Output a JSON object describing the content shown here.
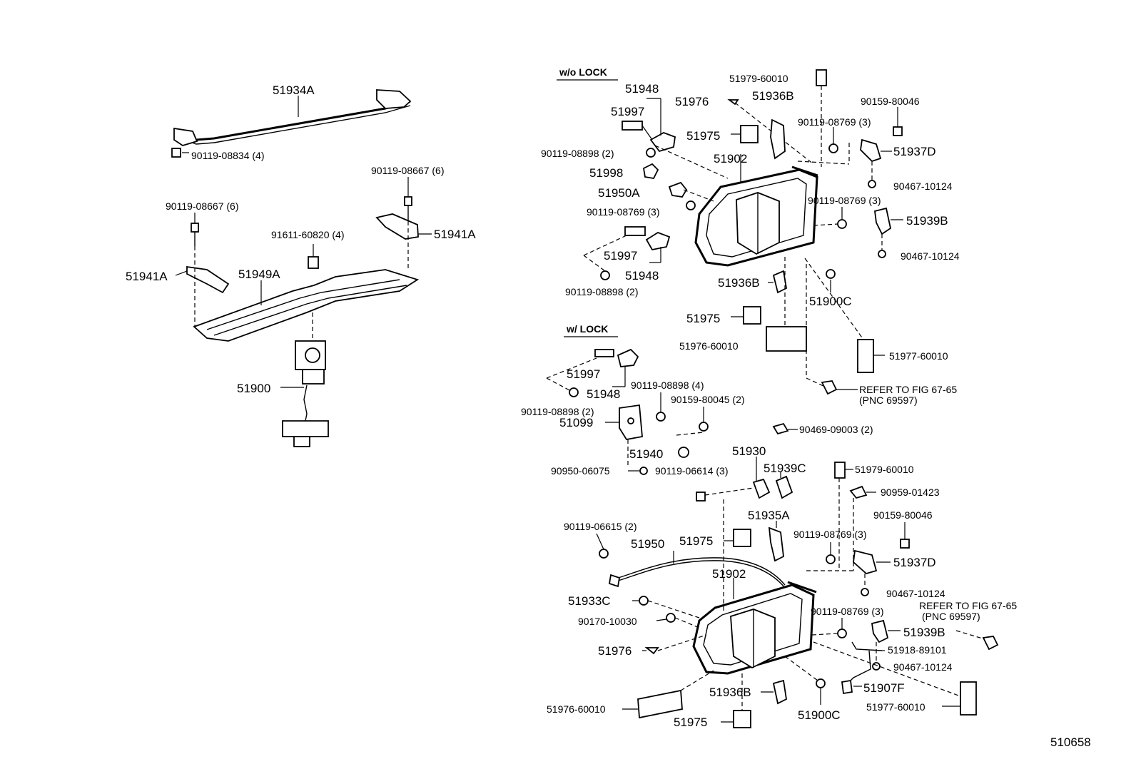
{
  "diagram_id": "510658",
  "sections": {
    "wo_lock": "w/o LOCK",
    "w_lock": "w/ LOCK"
  },
  "labels": {
    "l_51934A": "51934A",
    "l_90119_08834": "90119-08834 (4)",
    "l_90119_08667_r": "90119-08667 (6)",
    "l_90119_08667_l": "90119-08667 (6)",
    "l_91611_60820": "91611-60820 (4)",
    "l_51941A_r": "51941A",
    "l_51941A_l": "51941A",
    "l_51949A": "51949A",
    "l_51900": "51900",
    "u_51948_a": "51948",
    "u_51997_a": "51997",
    "u_90119_08898_a": "90119-08898 (2)",
    "u_51998": "51998",
    "u_51950A": "51950A",
    "u_90119_08769_a": "90119-08769 (3)",
    "u_51997_b": "51997",
    "u_51948_b": "51948",
    "u_90119_08898_b": "90119-08898 (2)",
    "u_51976": "51976",
    "u_51979_60010": "51979-60010",
    "u_51936B_a": "51936B",
    "u_51975_a": "51975",
    "u_51902": "51902",
    "u_90159_80046": "90159-80046",
    "u_90119_08769_b": "90119-08769 (3)",
    "u_51937D": "51937D",
    "u_90467_10124_a": "90467-10124",
    "u_90119_08769_c": "90119-08769 (3)",
    "u_51939B": "51939B",
    "u_90467_10124_b": "90467-10124",
    "u_51936B_b": "51936B",
    "u_51900C": "51900C",
    "u_51975_b": "51975",
    "u_51976_60010": "51976-60010",
    "u_51977_60010": "51977-60010",
    "u_refer": "REFER TO FIG 67-65",
    "u_pnc": "(PNC 69597)",
    "m_51997": "51997",
    "m_51948": "51948",
    "m_90119_08898_4": "90119-08898 (4)",
    "m_90119_08898_2": "90119-08898 (2)",
    "m_90159_80045": "90159-80045 (2)",
    "m_51099": "51099",
    "m_90469_09003": "90469-09003 (2)",
    "m_51940": "51940",
    "m_51930": "51930",
    "m_90950_06075": "90950-06075",
    "m_90119_06614": "90119-06614 (3)",
    "m_51939C": "51939C",
    "m_51979_60010": "51979-60010",
    "m_90959_01423": "90959-01423",
    "b_51935A": "51935A",
    "b_90119_06615": "90119-06615 (2)",
    "b_51975_a": "51975",
    "b_51950": "51950",
    "b_90159_80046": "90159-80046",
    "b_90119_08769_a": "90119-08769 (3)",
    "b_51937D": "51937D",
    "b_51902": "51902",
    "b_51933C": "51933C",
    "b_90467_10124_a": "90467-10124",
    "b_refer": "REFER TO FIG 67-65",
    "b_pnc": "(PNC 69597)",
    "b_90170_10030": "90170-10030",
    "b_90119_08769_b": "90119-08769 (3)",
    "b_51939B": "51939B",
    "b_51918_89101": "51918-89101",
    "b_51976": "51976",
    "b_90467_10124_b": "90467-10124",
    "b_51907F": "51907F",
    "b_51936B": "51936B",
    "b_51900C": "51900C",
    "b_51977_60010": "51977-60010",
    "b_51976_60010": "51976-60010",
    "b_51975_b": "51975"
  }
}
